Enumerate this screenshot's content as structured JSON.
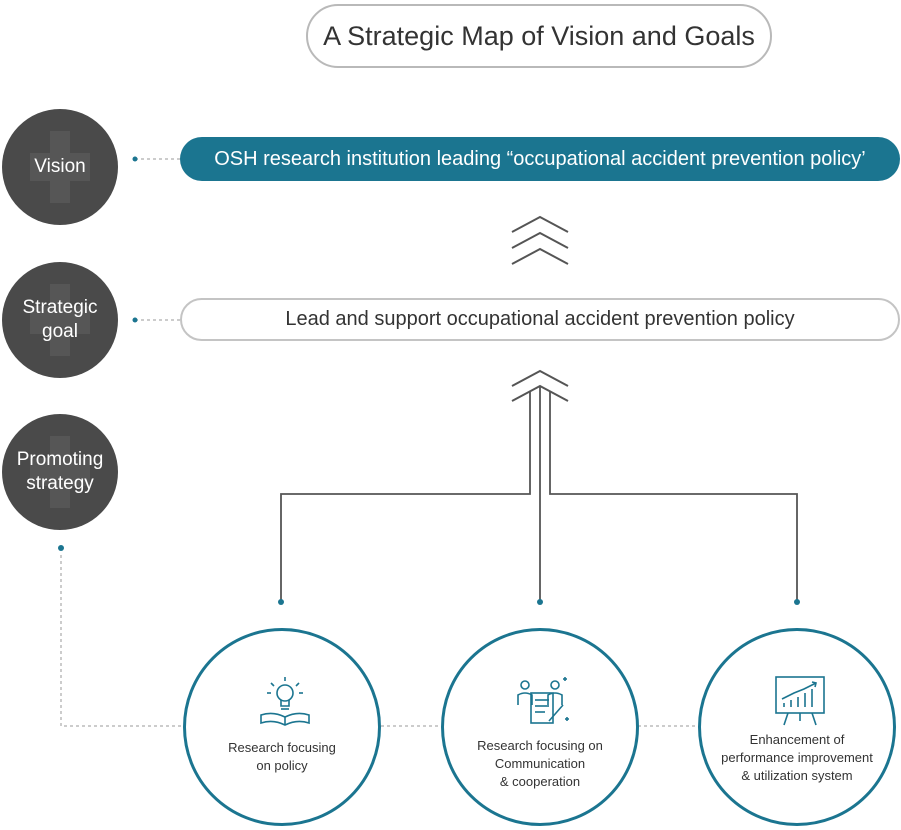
{
  "title": "A Strategic Map of Vision and Goals",
  "levels": {
    "vision": {
      "label": "Vision",
      "text": "OSH research institution leading “occupational accident prevention policy’"
    },
    "goal": {
      "label": "Strategic\ngoal",
      "text": "Lead and support occupational accident prevention policy"
    },
    "strategy": {
      "label": "Promoting\nstrategy"
    }
  },
  "strategies": [
    {
      "label": "Research focusing\non policy",
      "icon": "lightbulb-book-icon"
    },
    {
      "label": "Research focusing on\nCommunication\n& cooperation",
      "icon": "people-document-icon"
    },
    {
      "label": "Enhancement of\nperformance improvement\n& utilization system",
      "icon": "chart-board-icon"
    }
  ],
  "colors": {
    "accent": "#1b7590",
    "dark_circle": "#4a4a4a",
    "connector": "#555555",
    "dotted": "#999999"
  }
}
